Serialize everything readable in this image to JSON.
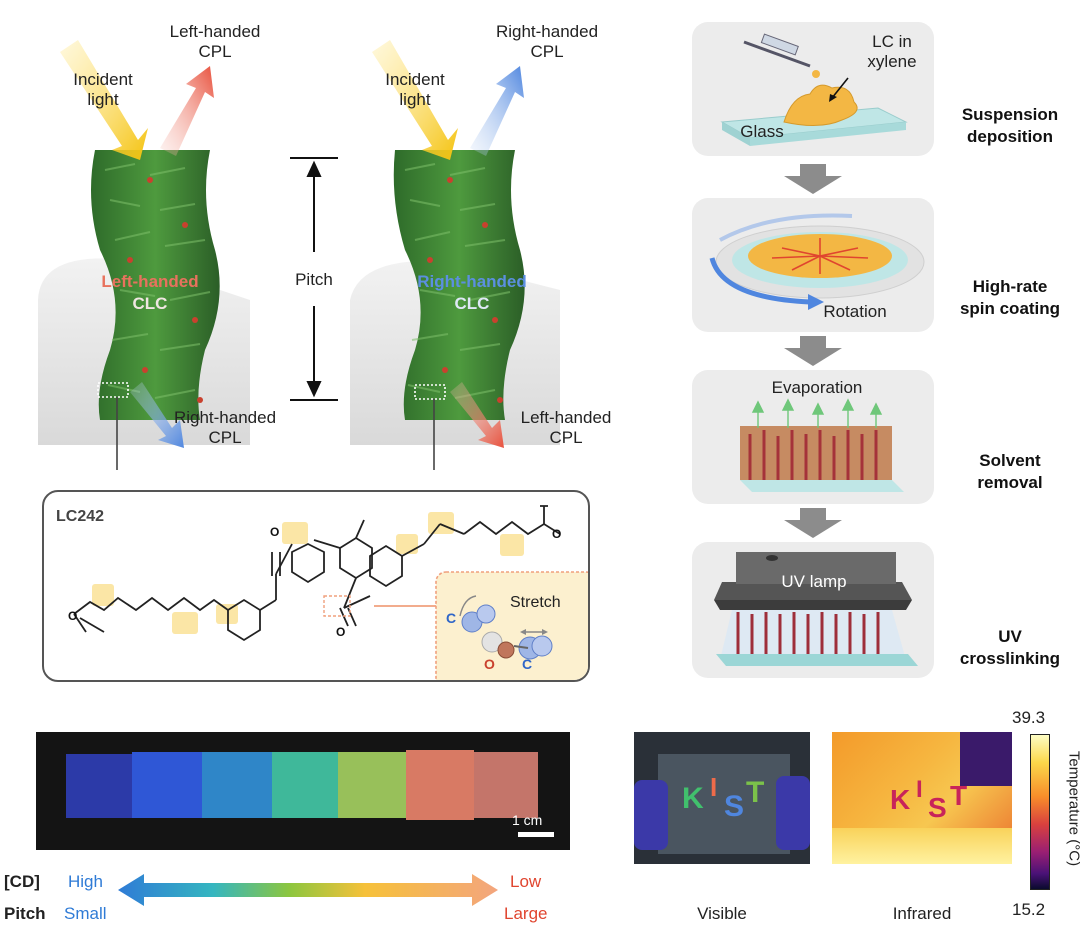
{
  "helix_left": {
    "incident": "Incident\nlight",
    "reflected": "Left-handed\nCPL",
    "transmitted": "Right-handed\nCPL",
    "name_word": "Left-handed",
    "name_abbr": "CLC"
  },
  "helix_right": {
    "incident": "Incident\nlight",
    "reflected": "Right-handed\nCPL",
    "transmitted": "Left-handed\nCPL",
    "name_word": "Right-handed",
    "name_abbr": "CLC"
  },
  "pitch_label": "Pitch",
  "molecule": {
    "name": "LC242",
    "stretch_label": "Stretch",
    "atom_c1": "C",
    "atom_c2": "C",
    "atom_o": "O"
  },
  "process": {
    "steps": [
      {
        "label": "Suspension\ndeposition",
        "annot": [
          "LC in\nxylene",
          "Glass"
        ]
      },
      {
        "label": "High-rate\nspin coating",
        "annot": [
          "Rotation"
        ]
      },
      {
        "label": "Solvent\nremoval",
        "annot": [
          "Evaporation"
        ]
      },
      {
        "label": "UV\ncrosslinking",
        "annot": [
          "UV lamp"
        ]
      }
    ]
  },
  "films": {
    "scale_bar": "1 cm",
    "swatch_colors": [
      "#2c3aa8",
      "#2f57d6",
      "#2f86c8",
      "#3fb89a",
      "#98c05a",
      "#d87a64",
      "#c4756a"
    ]
  },
  "gradient_legend": {
    "row1_label": "[CD]",
    "row1_left": "High",
    "row1_right": "Low",
    "row2_label": "Pitch",
    "row2_left": "Small",
    "row2_right": "Large",
    "left_color": "#2f7bd6",
    "right_color": "#e0452f"
  },
  "photos": {
    "logo_letters": [
      "K",
      "I",
      "S",
      "T"
    ],
    "visible_caption": "Visible",
    "infrared_caption": "Infrared"
  },
  "colorbar": {
    "max": "39.3",
    "min": "15.2",
    "title": "Temperature (°C)"
  }
}
